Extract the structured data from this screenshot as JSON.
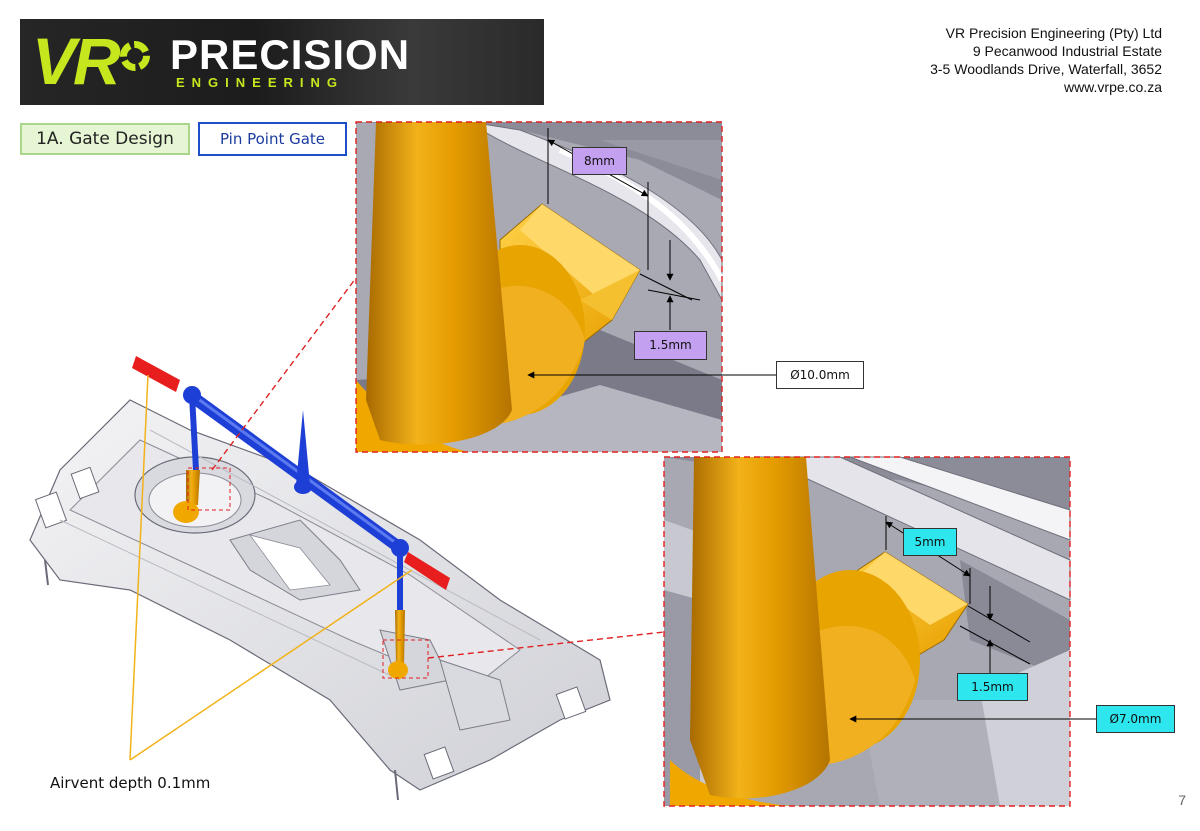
{
  "logo": {
    "vr": "VR",
    "precision": "PRECISION",
    "engineering": "ENGINEERING"
  },
  "company": {
    "lines": [
      "VR Precision Engineering (Pty) Ltd",
      "9 Pecanwood Industrial Estate",
      "3-5 Woodlands Drive, Waterfall, 3652",
      "www.vrpe.co.za"
    ]
  },
  "section": {
    "title": "1A. Gate Design",
    "gate_type": "Pin Point Gate"
  },
  "detail_top": {
    "dim_length": "8mm",
    "dim_depth": "1.5mm",
    "dim_diameter": "Ø10.0mm"
  },
  "detail_bottom": {
    "dim_length": "5mm",
    "dim_depth": "1.5mm",
    "dim_diameter": "Ø7.0mm"
  },
  "overview": {
    "airvent_label": "Airvent depth 0.1mm"
  },
  "page_number": "7",
  "colors": {
    "runner_blue": "#1e3fd6",
    "gate_gold": "#f0a800",
    "airvent_red": "#e81e1e",
    "callout_red": "#e02020",
    "badge_green": "#a9d68a",
    "badge_blue": "#1f4fc8",
    "label_purple": "#c4a0f0",
    "label_cyan": "#2ee6ee",
    "logo_green": "#c6e61e"
  }
}
